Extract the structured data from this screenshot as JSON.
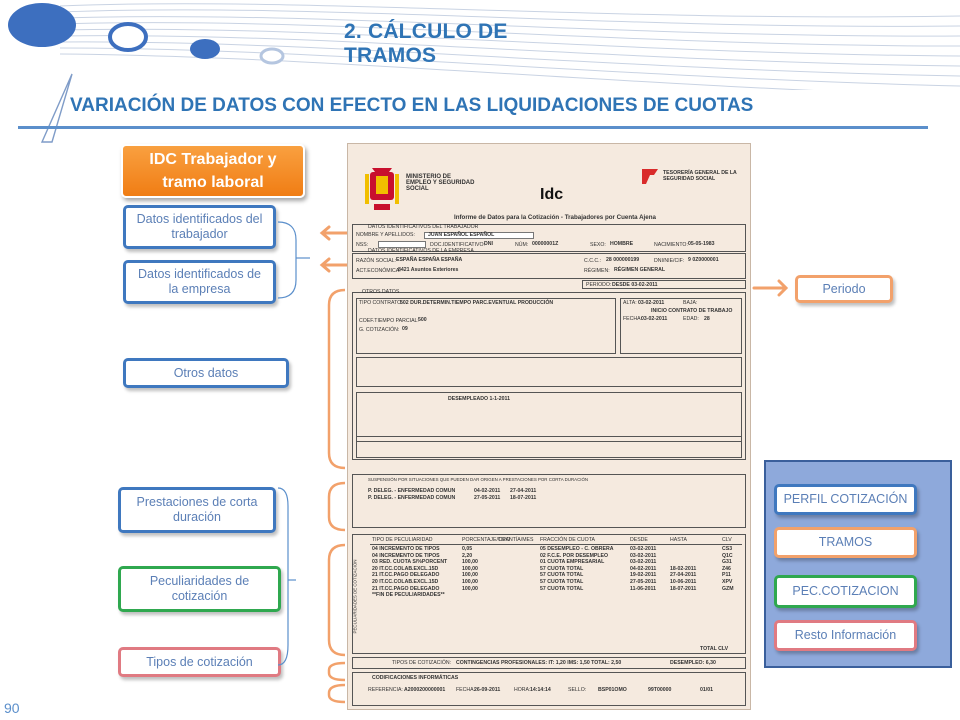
{
  "header": {
    "section_title": "2. CÁLCULO DE TRAMOS",
    "main_title": "VARIACIÓN DE DATOS CON EFECTO EN LAS LIQUIDACIONES DE CUOTAS"
  },
  "page_number": "90",
  "left_buttons": {
    "main": "IDC Trabajador y tramo laboral",
    "worker": "Datos identificados del trabajador",
    "company": "Datos identificados de la empresa",
    "other": "Otros datos",
    "benefits": "Prestaciones de corta duración",
    "peculiarities": "Peculiaridades de cotización",
    "types": "Tipos de cotización"
  },
  "right_buttons": {
    "period": "Periodo",
    "profile": "PERFIL COTIZACIÓN",
    "tramos": "TRAMOS",
    "pec": "PEC.COTIZACION",
    "rest": "Resto Información"
  },
  "document": {
    "ministry": "MINISTERIO DE EMPLEO Y SEGURIDAD SOCIAL",
    "treasury": "TESORERÍA GENERAL DE LA SEGURIDAD SOCIAL",
    "code": "Idc",
    "subtitle": "Informe de Datos para la Cotización - Trabajadores por Cuenta Ajena",
    "worker_section": "DATOS IDENTIFICATIVOS DEL TRABAJADOR",
    "name_label": "NOMBRE Y APELLIDOS:",
    "name": "JUAN ESPAÑOL ESPAÑOL",
    "naf_label": "NSS:",
    "doc_label": "DOC.IDENTIFICATIVO:",
    "doc_type": "DNI",
    "num_label": "NÚM:",
    "doc_num": "00000001Z",
    "sex_label": "SEXO:",
    "sex": "HOMBRE",
    "birth_label": "NACIMIENTO:",
    "birth": "05-05-1983",
    "company_section": "DATOS IDENTIFICATIVOS DE LA EMPRESA",
    "social_label": "RAZÓN SOCIAL:",
    "social": "ESPAÑA ESPAÑA ESPAÑA",
    "ccc_label": "C.C.C.:",
    "ccc": "28  000000199",
    "nif_label": "DNI/NIE/CIF:",
    "nif": "9  0Z0000001",
    "activity_label": "ACT.ECONÓMICA:",
    "activity": "8421  Asuntos Exteriores",
    "regime_label": "RÉGIMEN:",
    "regime": "RÉGIMEN GENERAL",
    "period_label": "PERIODO:",
    "period": "DESDE  03-02-2011",
    "other_section": "OTROS DATOS",
    "contract_label": "TIPO CONTRATO:",
    "contract": "502  DUR.DETERMIN.TIEMPO PARC.EVENTUAL PRODUCCIÓN",
    "alta_label": "ALTA:",
    "alta": "03-02-2011",
    "baja_label": "BAJA:",
    "inicio": "INICIO CONTRATO DE TRABAJO",
    "fecha_label": "FECHA:",
    "fecha": "03-02-2011",
    "edad_label": "EDAD:",
    "edad": "28",
    "coef_label": "COEF.TIEMPO PARCIAL:",
    "coef": "500",
    "group_label": "G. COTIZACIÓN:",
    "group": "09",
    "unemployed": "DESEMPLEADO 1-1-2011",
    "benefits_section": "SUSPENSIÓN POR SITUACIONES QUE PUEDEN DAR ORIGEN A PRESTACIONES POR CORTA DURACIÓN",
    "benefit_1": "P. DELEG. - ENFERMEDAD COMUN",
    "benefit_2": "P. DELEG. - ENFERMEDAD COMUN",
    "benefit_1_from": "04-02-2011",
    "benefit_1_to": "27-04-2011",
    "benefit_2_from": "27-05-2011",
    "benefit_2_to": "18-07-2011",
    "pec_header": [
      "TIPO DE PECULIARIDAD",
      "PORCENTAJE/TIPO",
      "CUANTÍA/MES",
      "FRACCIÓN DE CUOTA",
      "DESDE",
      "HASTA",
      "CLV"
    ],
    "pec_rows": [
      [
        "04 INCREMENTO DE TIPOS",
        "0,05",
        "05 DESEMPLEO - C. OBRERA",
        "03-02-2011",
        "",
        "CS3"
      ],
      [
        "04 INCREMENTO DE TIPOS",
        "2,20",
        "02 F.C.E. POR DESEMPLEO",
        "03-02-2011",
        "",
        "Q1C"
      ],
      [
        "03 RED. CUOTA S/%PORCENT",
        "100,00",
        "01 CUOTA EMPRESARIAL",
        "03-02-2011",
        "",
        "G31"
      ],
      [
        "20 IT.CC.COLAB.EXCL.15D",
        "100,00",
        "57 CUOTA TOTAL",
        "04-02-2011",
        "18-02-2011",
        "Z46"
      ],
      [
        "21 IT.CC.PAGO DELEGADO",
        "100,00",
        "57 CUOTA TOTAL",
        "19-02-2011",
        "27-04-2011",
        "P11"
      ],
      [
        "20 IT.CC.COLAB.EXCL.15D",
        "100,00",
        "57 CUOTA TOTAL",
        "27-05-2011",
        "10-06-2011",
        "XPV"
      ],
      [
        "21 IT.CC.PAGO DELEGADO",
        "100,00",
        "57 CUOTA TOTAL",
        "11-06-2011",
        "18-07-2011",
        "GZM"
      ],
      [
        "**FIN DE PECULIARIDADES**",
        "",
        "",
        "",
        "",
        ""
      ]
    ],
    "pec_vertical": "PECULIARIDADES DE COTIZACIÓN",
    "total_clv": "TOTAL CLV",
    "types_label": "TIPOS DE COTIZACIÓN:",
    "contingencies": "CONTINGENCIAS PROFESIONALES:  IT:  1,20   IMS:  1,50   TOTAL:  2,50",
    "desempleo": "DESEMPLEO:  6,30",
    "info_section": "CODIFICACIONES INFORMÁTICAS",
    "ref_label": "REFERENCIA:",
    "ref": "A2000200000001",
    "date_label": "FECHA:",
    "date": "26-09-2011",
    "time_label": "HORA:",
    "time": "14:14:14",
    "sello_label": "SELLO:",
    "sello": "BSP01OMO",
    "code2": "99T00000",
    "pages": "01/01"
  },
  "colors": {
    "accent_blue": "#2f74b5",
    "orange": "#f07d14",
    "green": "#2fa84f",
    "pink": "#e07a82",
    "panel": "#8ea9db"
  }
}
